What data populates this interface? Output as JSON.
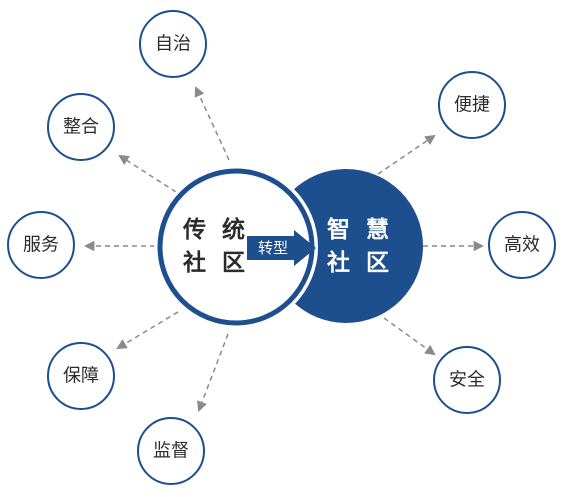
{
  "colors": {
    "navy": "#1d4e8e",
    "node_border": "#1d4e8e",
    "connector": "#8a8a8a",
    "text_dark": "#2b2b2b",
    "text_light": "#ffffff"
  },
  "center": {
    "traditional": {
      "line1": "传 统",
      "line2": "社 区"
    },
    "smart": {
      "line1": "智 慧",
      "line2": "社 区"
    },
    "transition_label": "转型"
  },
  "nodes": {
    "zizhi": "自治",
    "zhenghe": "整合",
    "fuwu": "服务",
    "baozhang": "保障",
    "jiandu": "监督",
    "bianjie": "便捷",
    "gaoxiao": "高效",
    "anquan": "安全"
  }
}
